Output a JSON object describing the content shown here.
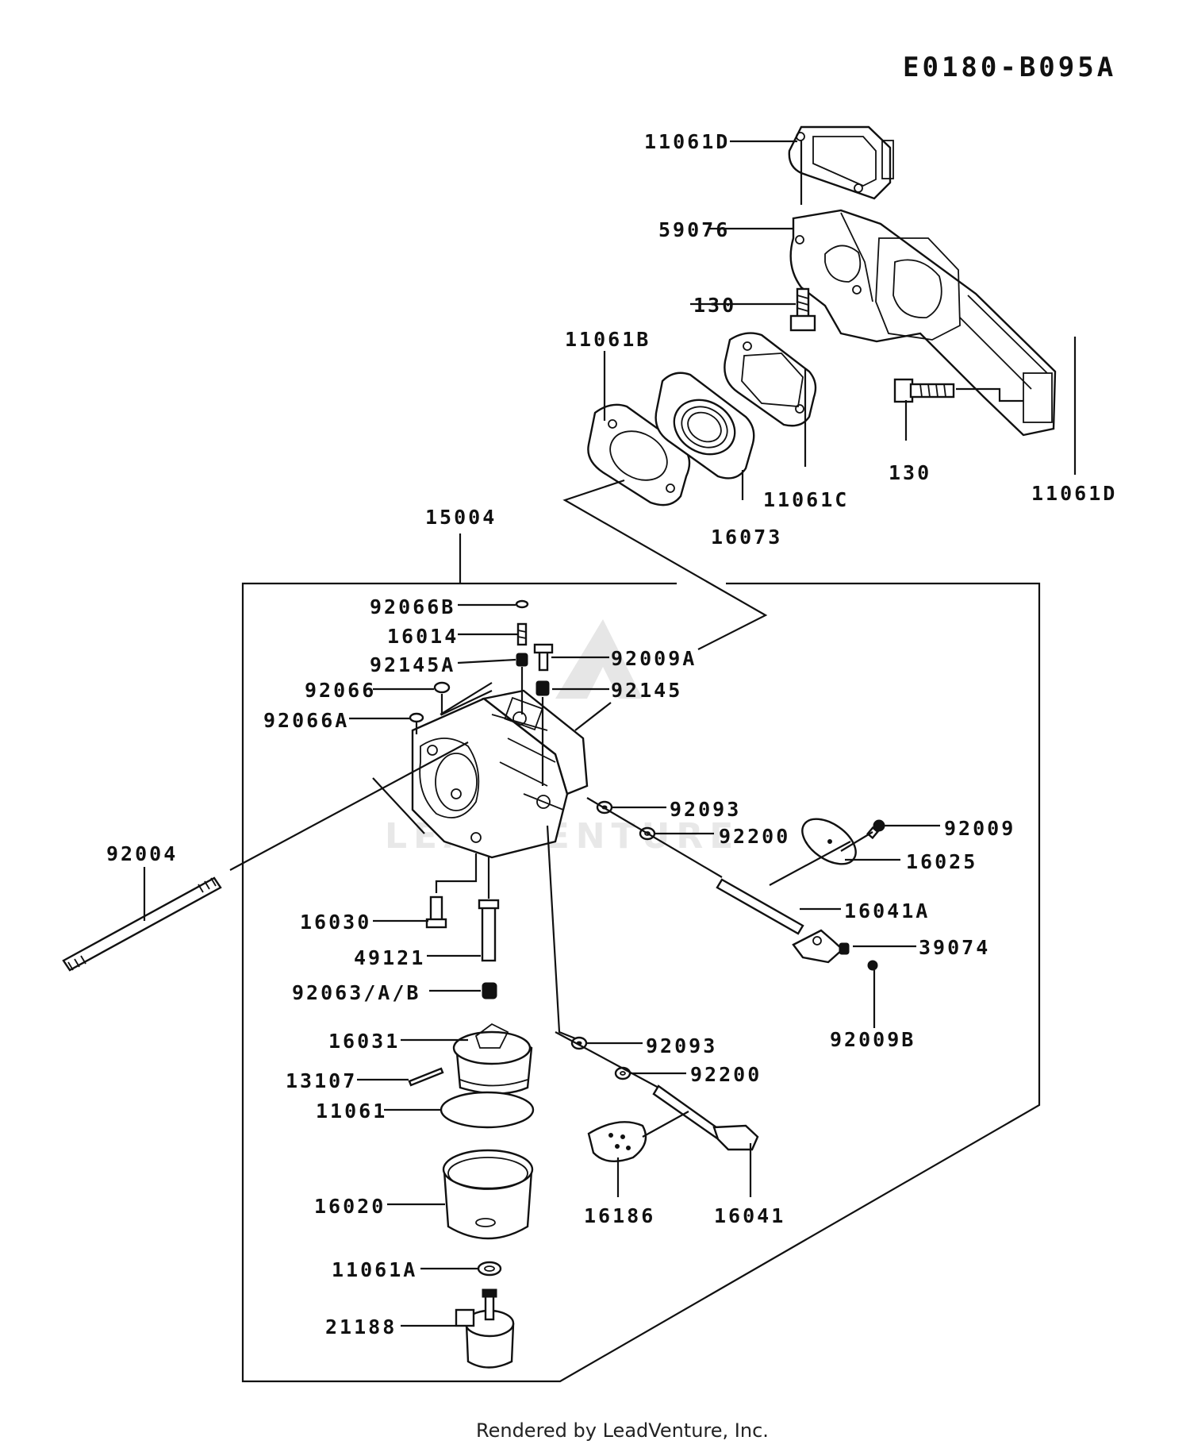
{
  "diagram_code": "E0180-B095A",
  "footer": "Rendered by LeadVenture, Inc.",
  "watermark": "LEADVENTURE",
  "parts": {
    "p11061D_top": "11061D",
    "p59076": "59076",
    "p130_a": "130",
    "p11061B": "11061B",
    "p130_b": "130",
    "p11061D_side": "11061D",
    "p11061C": "11061C",
    "p16073": "16073",
    "p15004": "15004",
    "p92066B": "92066B",
    "p16014": "16014",
    "p92009A": "92009A",
    "p92145A": "92145A",
    "p92066": "92066",
    "p92145": "92145",
    "p92066A": "92066A",
    "p92093_a": "92093",
    "p92200_a": "92200",
    "p92009": "92009",
    "p92004": "92004",
    "p16025": "16025",
    "p16041A": "16041A",
    "p16030": "16030",
    "p39074": "39074",
    "p49121": "49121",
    "p92063": "92063/A/B",
    "p92009B": "92009B",
    "p16031": "16031",
    "p92093_b": "92093",
    "p13107": "13107",
    "p92200_b": "92200",
    "p11061": "11061",
    "p16020": "16020",
    "p16186": "16186",
    "p16041": "16041",
    "p11061A": "11061A",
    "p21188": "21188"
  }
}
